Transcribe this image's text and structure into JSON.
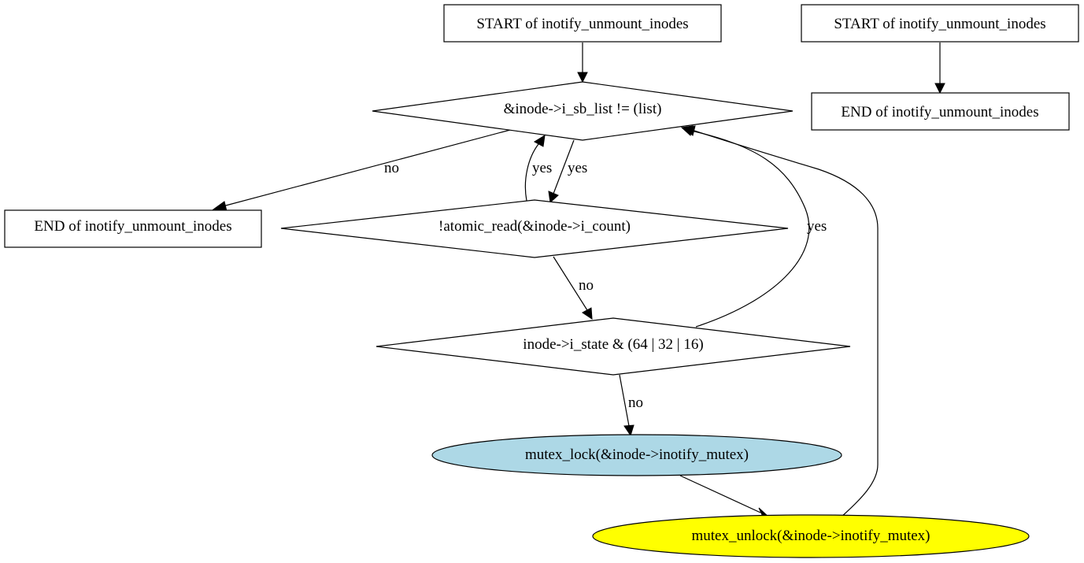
{
  "nodes": {
    "start_main": "START of inotify_unmount_inodes",
    "start_side": "START of inotify_unmount_inodes",
    "end_side": "END of inotify_unmount_inodes",
    "cond_list": "&inode->i_sb_list != (list)",
    "end_main": "END of inotify_unmount_inodes",
    "cond_count": "!atomic_read(&inode->i_count)",
    "cond_state": "inode->i_state & (64 | 32 | 16)",
    "lock": "mutex_lock(&inode->inotify_mutex)",
    "unlock": "mutex_unlock(&inode->inotify_mutex)"
  },
  "edges": {
    "list_no": "no",
    "count_yes": "yes",
    "list_yes": "yes",
    "count_no": "no",
    "state_yes": "yes",
    "state_no": "no"
  },
  "colors": {
    "lock_fill": "#add8e6",
    "unlock_fill": "#ffff00"
  }
}
